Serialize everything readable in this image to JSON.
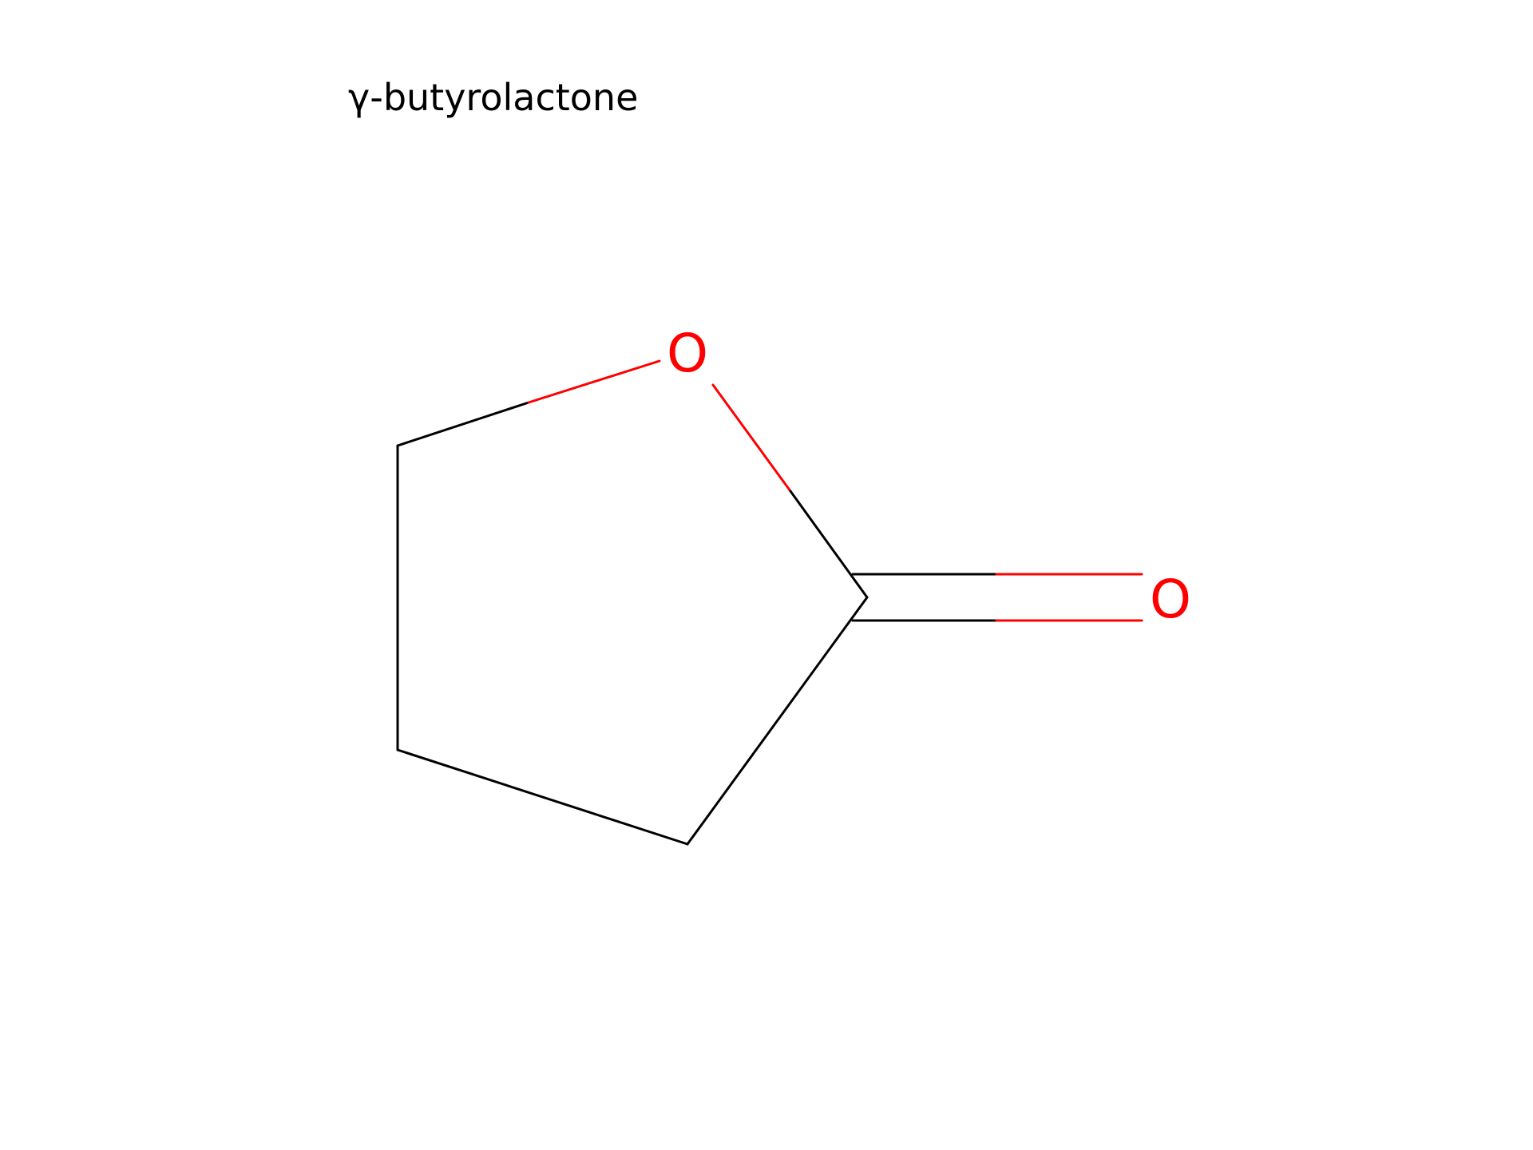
{
  "molecule": {
    "name": "γ-butyrolactone",
    "atoms": {
      "ring_oxygen": "O",
      "carbonyl_oxygen": "O"
    },
    "colors": {
      "carbon_bond": "#000000",
      "oxygen": "#ff0000"
    }
  }
}
